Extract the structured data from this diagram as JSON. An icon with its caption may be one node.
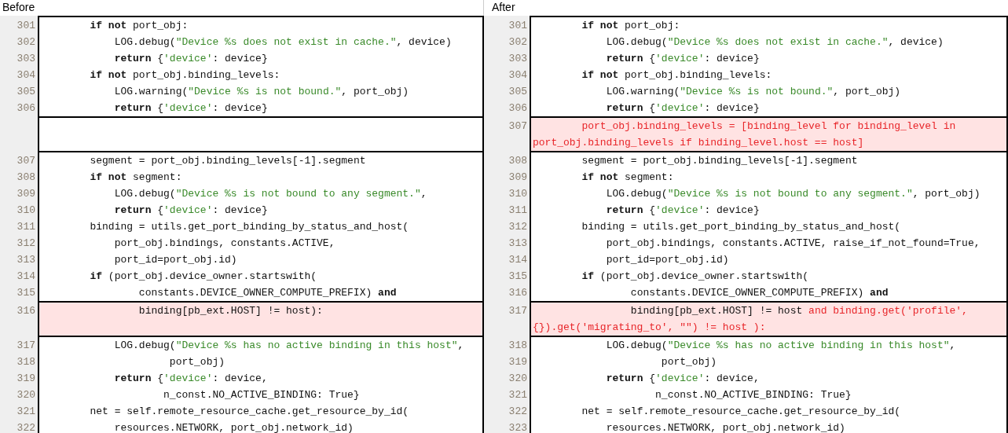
{
  "diagram": {
    "labels": [
      "Before",
      "After",
      "301",
      "        **if** **not** port_obj:",
      "301",
      "        **if** **not** port_obj:",
      "302",
      "            LOG.debug(\"Device %s does not exist in cache.\", device)",
      "302",
      "            LOG.debug(\"Device %s does not exist in cache.\", device)",
      "303",
      "            **return** {'device': device}",
      "303",
      "            **return** {'device': device}",
      "304",
      "        **if** **not** port_obj.binding_levels:",
      "304",
      "        **if** **not** port_obj.binding_levels:",
      "305",
      "            LOG.warning(\"Device %s is not bound.\", port_obj)",
      "305",
      "            LOG.warning(\"Device %s is not bound.\", port_obj)",
      "306",
      "            **return** {'device': device}",
      "306",
      "            **return** {'device': device}",
      "307",
      "        port_obj.binding_levels = [binding_level for binding_level in port_obj.binding_levels if binding_level.host == host]",
      "307",
      "        segment = port_obj.binding_levels[-1].segment",
      "308",
      "        segment = port_obj.binding_levels[-1].segment",
      "308",
      "        **if** **not** segment:",
      "309",
      "        **if** **not** segment:",
      "309",
      "            LOG.debug(\"Device %s is not bound to any segment.\",",
      "310",
      "            LOG.debug(\"Device %s is not bound to any segment.\", port_obj)",
      "310",
      "            **return** {'device': device}",
      "311",
      "            **return** {'device': device}",
      "311",
      "        binding = utils.get_port_binding_by_status_and_host(",
      "312",
      "        binding = utils.get_port_binding_by_status_and_host(",
      "312",
      "            port_obj.bindings, constants.ACTIVE,",
      "313",
      "            port_obj.bindings, constants.ACTIVE, raise_if_not_found=True,",
      "313",
      "            port_id=port_obj.id)",
      "314",
      "            port_id=port_obj.id)",
      "314",
      "        **if** (port_obj.device_owner.startswith(",
      "315",
      "        **if** (port_obj.device_owner.startswith(",
      "315",
      "                constants.DEVICE_OWNER_COMPUTE_PREFIX) **and**",
      "316",
      "                constants.DEVICE_OWNER_COMPUTE_PREFIX) **and**",
      "316",
      "                binding[pb_ext.HOST] != host):",
      "317",
      "                binding[pb_ext.HOST] != host",
      "and binding.get('profile', {}).get('migrating_to', \"\") != host ):",
      "317",
      "            LOG.debug(\"Device %s has no active binding in this host\",",
      "318",
      "            LOG.debug(\"Device %s has no active binding in this host\",",
      "318",
      "                     port_obj)",
      "319",
      "                     port_obj)",
      "319",
      "            **return** {'device': device,",
      "320",
      "            **return** {'device': device,",
      "320",
      "                    n_const.NO_ACTIVE_BINDING: True}",
      "321",
      "                    n_const.NO_ACTIVE_BINDING: True}",
      "321",
      "        net = self.remote_resource_cache.get_resource_by_id(",
      "322",
      "        net = self.remote_resource_cache.get_resource_by_id(",
      "322",
      "            resources.NETWORK, port_obj.network_id)",
      "323",
      "            resources.NETWORK, port_obj.network_id)"
    ]
  }
}
